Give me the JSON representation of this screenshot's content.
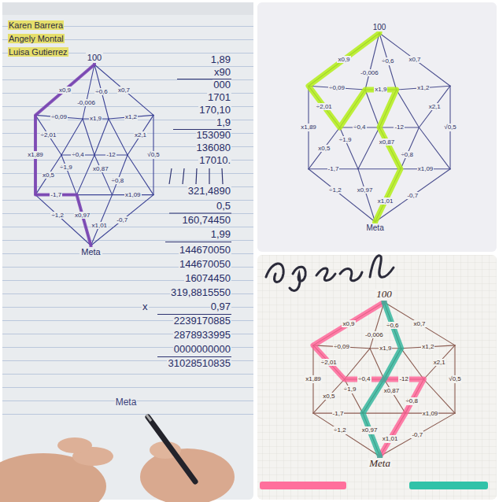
{
  "diagram": {
    "nodes": [
      {
        "text": [
          "100"
        ]
      },
      {
        "text": [
          "Meta"
        ]
      },
      {
        "text": [
          "100"
        ]
      },
      {
        "text": [
          "Meta"
        ]
      },
      {
        "text": [
          "100"
        ]
      },
      {
        "text": [
          "Meta"
        ]
      }
    ],
    "edges": [
      {
        "from": 0,
        "to": 1,
        "arrow": "none"
      },
      {
        "from": 2,
        "to": 3,
        "arrow": "none"
      },
      {
        "from": 4,
        "to": 5,
        "arrow": "none"
      },
      {
        "from": 4,
        "to": 5,
        "arrow": "none"
      }
    ],
    "labels": [
      "Karen Barrera",
      "Angely Montal",
      "Luisa Gutierrez",
      "x0,9",
      "x0,7",
      "-0,006",
      "÷0,6",
      "÷0,09",
      "x1,9",
      "x1,2",
      "÷2,01",
      "÷0,4",
      "-12",
      "x2,1",
      "x1,89",
      "√0,5",
      "x0,5",
      "÷1,9",
      "x0,87",
      "÷0,8",
      "x1,09",
      "-1,7",
      "x0,97",
      "x1,01",
      "-0,7",
      "÷1,2",
      "1,89",
      "x90",
      "000",
      "1701",
      "170,10",
      "1,9",
      "153090",
      "136080",
      "17010.",
      "321,4890",
      "0,5",
      "160,74450",
      "1,99",
      "144670050",
      "144670050",
      "16074450",
      "319,8815550",
      "x",
      "0,97",
      "2239170885",
      "2878933995",
      "0000000000",
      "31028510835",
      "Meta",
      "x0,9",
      "x0,7",
      "-0,006",
      "÷0,6",
      "÷0,09",
      "x1,9",
      "x1,2",
      "÷2,01",
      "÷0,4",
      "-12",
      "x2,1",
      "x1,89",
      "√0,5",
      "x0,5",
      "÷1,9",
      "x0,87",
      "÷0,8",
      "x1,09",
      "-1,7",
      "x0,97",
      "x1,01",
      "-0,7",
      "÷1,2",
      "x0,9",
      "x0,7",
      "-0,006",
      "÷0,6",
      "÷0,09",
      "x1,9",
      "x1,2",
      "÷2,01",
      "÷0,4",
      "-12",
      "x2,1",
      "x1,89",
      "√0,5",
      "x0,5",
      "÷1,9",
      "x0,87",
      "÷0,8",
      "x1,09",
      "-1,7",
      "x0,97",
      "x1,01",
      "-0,7",
      "÷1,2"
    ]
  }
}
